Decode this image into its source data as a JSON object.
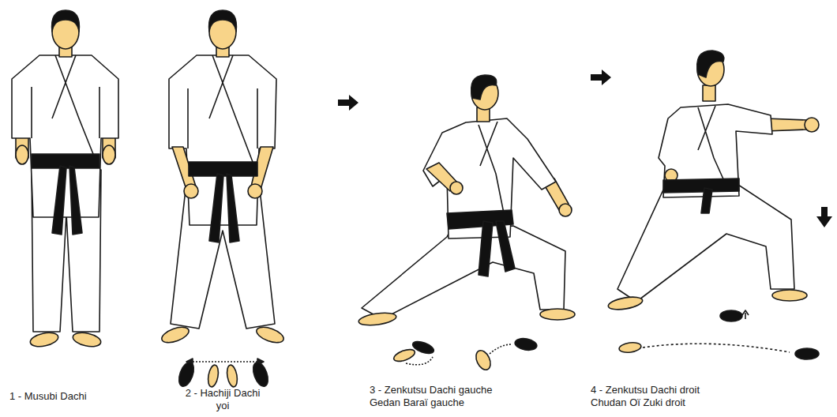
{
  "diagram": {
    "labels": [
      "1 - Musubi Dachi",
      "2 - Hachiji Dachi yoi",
      "3 - Zenkutsu Dachi gauche Gedan Baraï gauche",
      "4 - Zenkutsu Dachi droit Chudan Oï Zuki droit"
    ]
  }
}
